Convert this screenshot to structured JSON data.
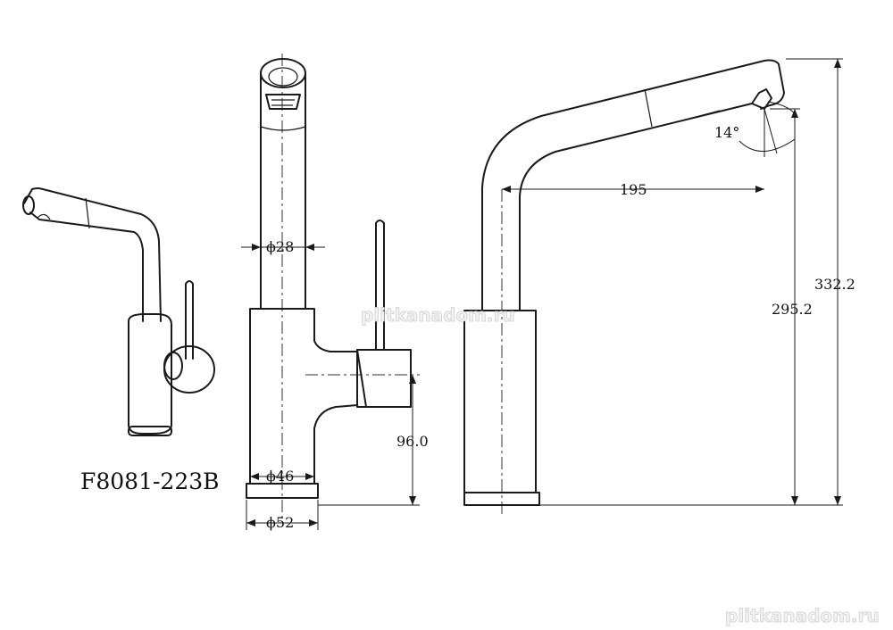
{
  "model_label": "F8081-223B",
  "watermarks": {
    "center": "plitkanadom.ru",
    "corner": "plitkanadom.ru"
  },
  "dimensions": {
    "spout_diameter": "ϕ28",
    "body_diameter": "ϕ46",
    "base_diameter": "ϕ52",
    "handle_height": "96.0",
    "reach": "195",
    "angle": "14°",
    "spout_height": "295.2",
    "total_height": "332.2"
  }
}
